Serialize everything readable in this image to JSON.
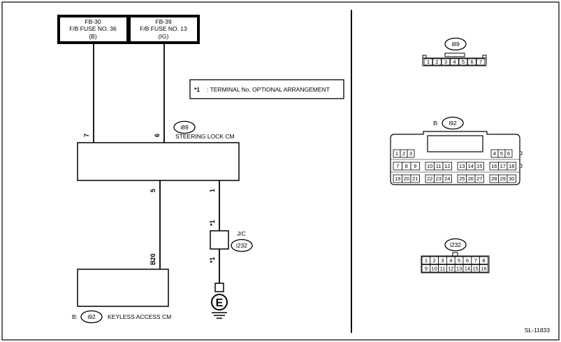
{
  "fuses": [
    {
      "line1": "FB-30",
      "line2": "F/B FUSE NO. 36",
      "line3": "(B)"
    },
    {
      "line1": "FB-39",
      "line2": "F/B FUSE NO. 13",
      "line3": "(IG)"
    }
  ],
  "note": {
    "star": "*1",
    "text": ": TERMINAL No. OPTIONAL ARRANGEMENT"
  },
  "steering_lock": {
    "connector": "i89",
    "name": "STEERING LOCK CM"
  },
  "keyless": {
    "prefix": "B:",
    "connector": "i92",
    "name": "KEYLESS ACCESS CM"
  },
  "jc": {
    "name": "J/C",
    "connector": "i232"
  },
  "wires": {
    "pin7": "7",
    "pin6": "6",
    "pin5": "5",
    "pin1": "1",
    "b20": "B20",
    "star_upper": "*1",
    "star_lower": "*1"
  },
  "ground": {
    "symbol": "E"
  },
  "connectors": {
    "i89": {
      "label": "i89",
      "pins": [
        "1",
        "2",
        "3",
        "4",
        "5",
        "6",
        "7"
      ]
    },
    "i92": {
      "prefix": "B:",
      "label": "i92",
      "row1_left": [
        "1",
        "2",
        "3"
      ],
      "row1_right": [
        "4",
        "5",
        "6"
      ],
      "row2": [
        [
          "7",
          "8",
          "9"
        ],
        [
          "10",
          "11",
          "12"
        ],
        [
          "13",
          "14",
          "15"
        ],
        [
          "16",
          "17",
          "18"
        ]
      ],
      "row3": [
        [
          "19",
          "20",
          "21"
        ],
        [
          "22",
          "23",
          "24"
        ],
        [
          "25",
          "26",
          "27"
        ],
        [
          "28",
          "29",
          "30"
        ]
      ]
    },
    "i232": {
      "label": "i232",
      "row1": [
        "1",
        "2",
        "3",
        "4",
        "5",
        "6",
        "7",
        "8"
      ],
      "row2": [
        "9",
        "10",
        "11",
        "12",
        "13",
        "14",
        "15",
        "16"
      ]
    }
  },
  "diagram_id": "SL-11833"
}
